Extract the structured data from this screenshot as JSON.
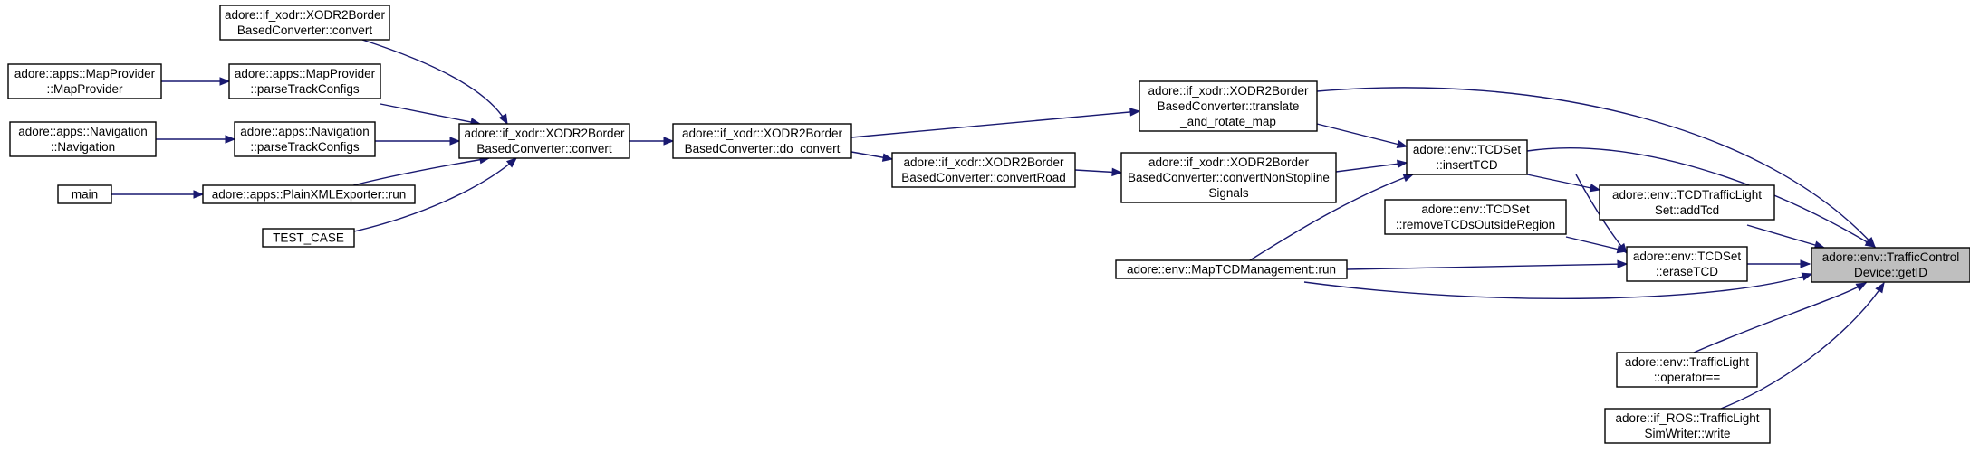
{
  "diagram": {
    "type": "call-graph",
    "direction": "right-to-left",
    "colors": {
      "edge": "#191970",
      "focus_fill": "#bfbfbf",
      "node_fill": "#ffffff",
      "border": "#000000"
    },
    "nodes": [
      {
        "id": "getID",
        "lines": [
          "adore::env::TrafficControl",
          "Device::getID"
        ],
        "focus": true
      },
      {
        "id": "addTcd",
        "lines": [
          "adore::env::TCDTrafficLight",
          "Set::addTcd"
        ]
      },
      {
        "id": "eraseTCD",
        "lines": [
          "adore::env::TCDSet",
          "::eraseTCD"
        ]
      },
      {
        "id": "insertTCD",
        "lines": [
          "adore::env::TCDSet",
          "::insertTCD"
        ]
      },
      {
        "id": "removeTCDs",
        "lines": [
          "adore::env::TCDSet",
          "::removeTCDsOutsideRegion"
        ]
      },
      {
        "id": "mapTcdRun",
        "lines": [
          "adore::env::MapTCDManagement::run"
        ]
      },
      {
        "id": "trafficLightEq",
        "lines": [
          "adore::env::TrafficLight",
          "::operator=="
        ]
      },
      {
        "id": "simWriter",
        "lines": [
          "adore::if_ROS::TrafficLight",
          "SimWriter::write"
        ]
      },
      {
        "id": "translateRotate",
        "lines": [
          "adore::if_xodr::XODR2Border",
          "BasedConverter::translate",
          "_and_rotate_map"
        ]
      },
      {
        "id": "convertNonStopline",
        "lines": [
          "adore::if_xodr::XODR2Border",
          "BasedConverter::convertNonStopline",
          "Signals"
        ]
      },
      {
        "id": "doConvert",
        "lines": [
          "adore::if_xodr::XODR2Border",
          "BasedConverter::do_convert"
        ]
      },
      {
        "id": "convertRoad",
        "lines": [
          "adore::if_xodr::XODR2Border",
          "BasedConverter::convertRoad"
        ]
      },
      {
        "id": "convertMain",
        "lines": [
          "adore::if_xodr::XODR2Border",
          "BasedConverter::convert"
        ]
      },
      {
        "id": "convertTop",
        "lines": [
          "adore::if_xodr::XODR2Border",
          "BasedConverter::convert"
        ]
      },
      {
        "id": "mpParse",
        "lines": [
          "adore::apps::MapProvider",
          "::parseTrackConfigs"
        ]
      },
      {
        "id": "navParse",
        "lines": [
          "adore::apps::Navigation",
          "::parseTrackConfigs"
        ]
      },
      {
        "id": "plainRun",
        "lines": [
          "adore::apps::PlainXMLExporter::run"
        ]
      },
      {
        "id": "testCase",
        "lines": [
          "TEST_CASE"
        ]
      },
      {
        "id": "mpCtor",
        "lines": [
          "adore::apps::MapProvider",
          "::MapProvider"
        ]
      },
      {
        "id": "navCtor",
        "lines": [
          "adore::apps::Navigation",
          "::Navigation"
        ]
      },
      {
        "id": "main",
        "lines": [
          "main"
        ]
      }
    ],
    "edges": [
      {
        "from": "addTcd",
        "to": "getID"
      },
      {
        "from": "eraseTCD",
        "to": "getID"
      },
      {
        "from": "insertTCD",
        "to": "getID"
      },
      {
        "from": "mapTcdRun",
        "to": "getID"
      },
      {
        "from": "trafficLightEq",
        "to": "getID"
      },
      {
        "from": "simWriter",
        "to": "getID"
      },
      {
        "from": "translateRotate",
        "to": "getID"
      },
      {
        "from": "insertTCD",
        "to": "addTcd"
      },
      {
        "from": "insertTCD",
        "to": "eraseTCD"
      },
      {
        "from": "removeTCDs",
        "to": "eraseTCD"
      },
      {
        "from": "mapTcdRun",
        "to": "eraseTCD"
      },
      {
        "from": "translateRotate",
        "to": "insertTCD"
      },
      {
        "from": "convertNonStopline",
        "to": "insertTCD"
      },
      {
        "from": "mapTcdRun",
        "to": "insertTCD"
      },
      {
        "from": "doConvert",
        "to": "translateRotate"
      },
      {
        "from": "convertRoad",
        "to": "convertNonStopline"
      },
      {
        "from": "doConvert",
        "to": "convertRoad"
      },
      {
        "from": "convertMain",
        "to": "doConvert"
      },
      {
        "from": "convertTop",
        "to": "convertMain"
      },
      {
        "from": "mpParse",
        "to": "convertMain"
      },
      {
        "from": "navParse",
        "to": "convertMain"
      },
      {
        "from": "plainRun",
        "to": "convertMain"
      },
      {
        "from": "testCase",
        "to": "convertMain"
      },
      {
        "from": "mpCtor",
        "to": "mpParse"
      },
      {
        "from": "navCtor",
        "to": "navParse"
      },
      {
        "from": "main",
        "to": "plainRun"
      }
    ]
  }
}
